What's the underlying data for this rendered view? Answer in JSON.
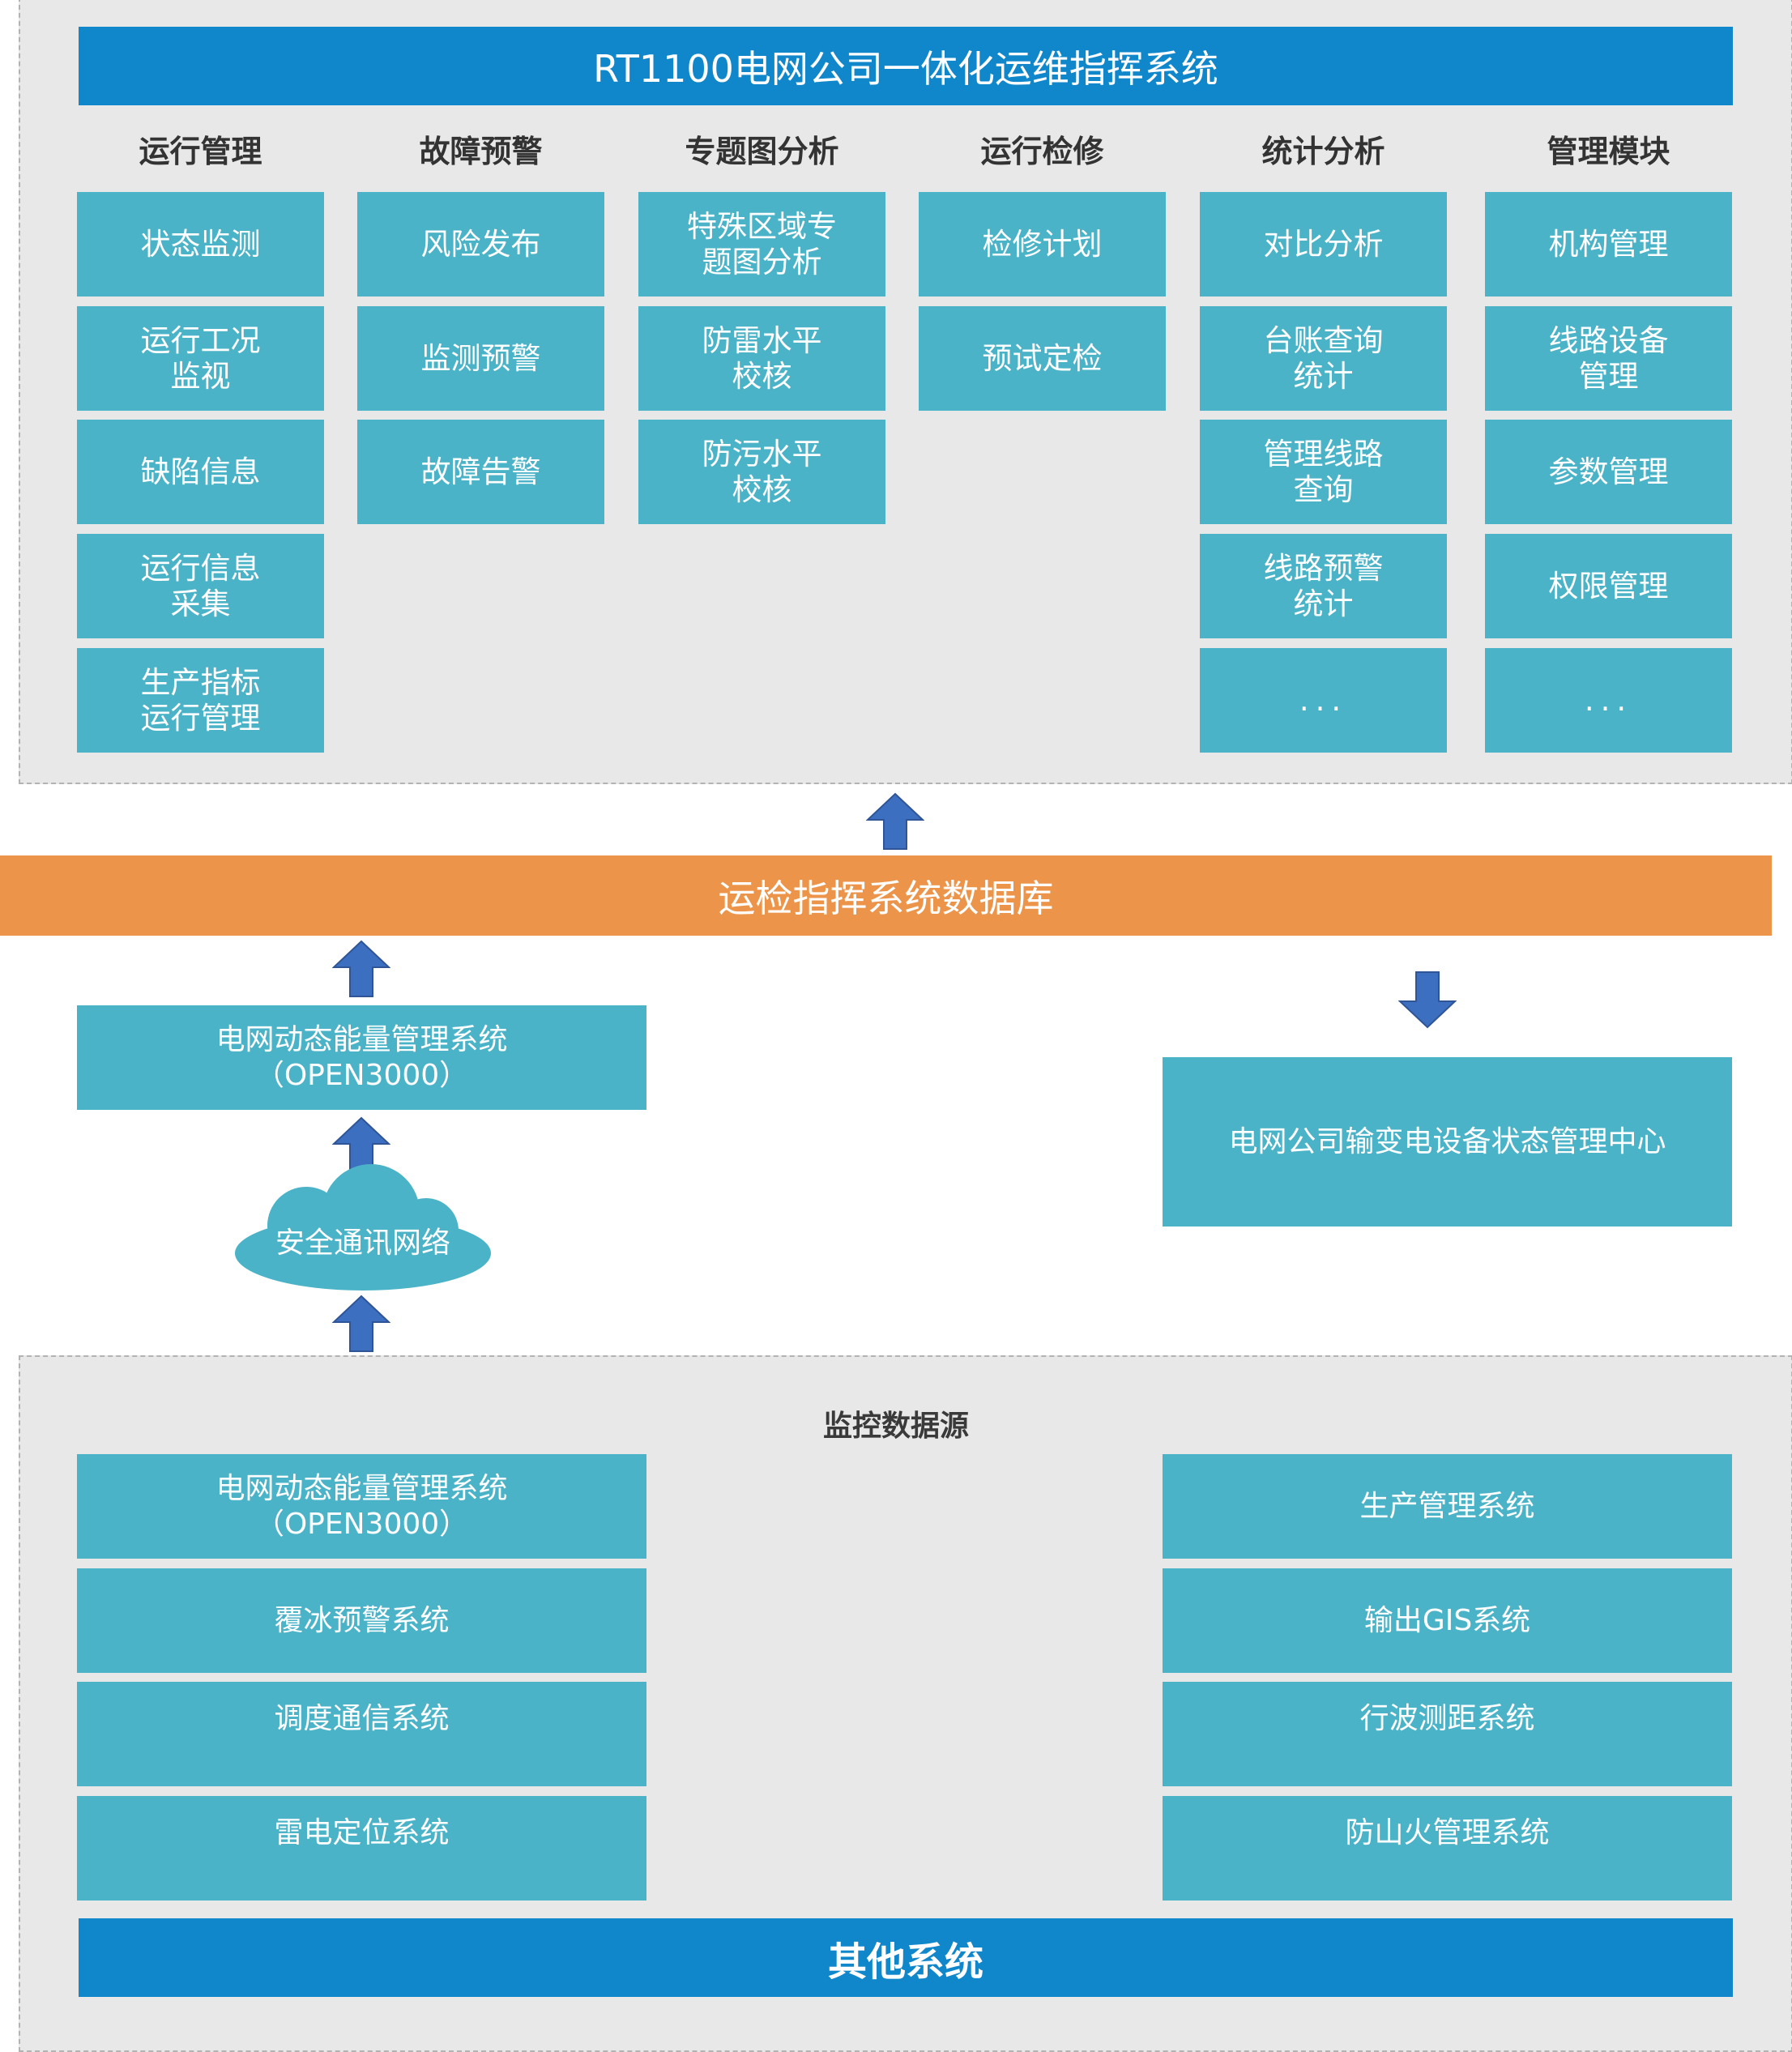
{
  "colors": {
    "header_blue": "#1187cb",
    "box_teal": "#4bb3c7",
    "database_orange": "#ec944a",
    "arrow_blue": "#3d6fc1",
    "panel_gray": "#e9e8e8"
  },
  "top_panel": {
    "title": "RT1100电网公司一体化运维指挥系统",
    "columns": [
      {
        "header": "运行管理",
        "items": [
          "状态监测",
          "运行工况\n监视",
          "缺陷信息",
          "运行信息\n采集",
          "生产指标\n运行管理"
        ]
      },
      {
        "header": "故障预警",
        "items": [
          "风险发布",
          "监测预警",
          "故障告警"
        ]
      },
      {
        "header": "专题图分析",
        "items": [
          "特殊区域专\n题图分析",
          "防雷水平\n校核",
          "防污水平\n校核"
        ]
      },
      {
        "header": "运行检修",
        "items": [
          "检修计划",
          "预试定检"
        ]
      },
      {
        "header": "统计分析",
        "items": [
          "对比分析",
          "台账查询\n统计",
          "管理线路\n查询",
          "线路预警\n统计",
          "..."
        ]
      },
      {
        "header": "管理模块",
        "items": [
          "机构管理",
          "线路设备\n管理",
          "参数管理",
          "权限管理",
          "..."
        ]
      }
    ]
  },
  "database": {
    "label": "运检指挥系统数据库"
  },
  "middle": {
    "ems_label": "电网动态能量管理系统\n（OPEN3000）",
    "network_label": "安全通讯网络",
    "center_label": "电网公司输变电设备状态管理中心"
  },
  "bottom_panel": {
    "title": "监控数据源",
    "left_items": [
      "电网动态能量管理系统\n（OPEN3000）",
      "覆冰预警系统",
      "调度通信系统",
      "雷电定位系统"
    ],
    "right_items": [
      "生产管理系统",
      "输出GIS系统",
      "行波测距系统",
      "防山火管理系统"
    ],
    "footer": "其他系统"
  },
  "icons": {
    "up_arrow": "up-arrow-icon",
    "down_arrow": "down-arrow-icon",
    "cloud": "cloud-icon"
  }
}
